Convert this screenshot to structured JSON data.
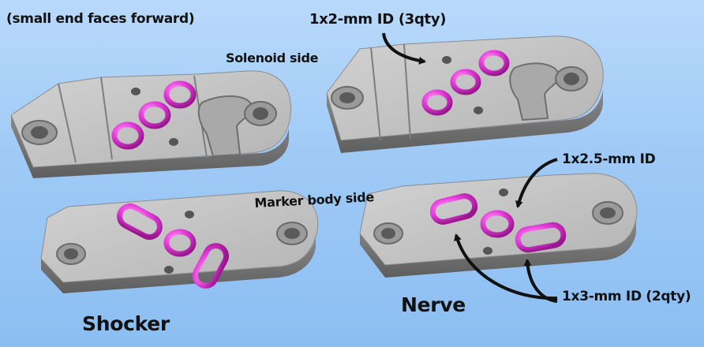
{
  "labels": {
    "orientation_note": "(small end faces forward)",
    "solenoid_side": "Solenoid side",
    "oring_1x2": "1x2-mm ID (3qty)",
    "oring_1x2_5": "1x2.5-mm ID",
    "marker_body_side": "Marker body side",
    "oring_1x3": "1x3-mm ID (2qty)",
    "shocker": "Shocker",
    "nerve": "Nerve"
  },
  "colors": {
    "background": "#9fcaf6",
    "plate_top": "#c4c4c4",
    "plate_edge": "#7a7a7a",
    "hole": "#5a5a5a",
    "oring": "#e040d8",
    "arrow": "#111111"
  },
  "icons": {
    "callout": "curved-arrow-icon"
  }
}
